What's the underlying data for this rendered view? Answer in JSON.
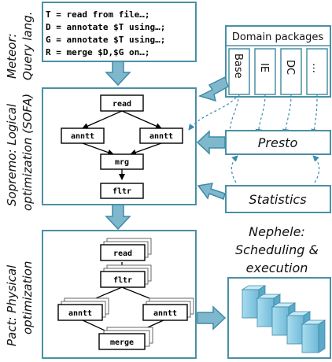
{
  "layers": {
    "meteor": {
      "name": "Meteor:",
      "desc": "Query lang."
    },
    "sopremo": {
      "name": "Sopremo: Logical",
      "desc": "optimization (SOFA)"
    },
    "pact": {
      "name": "Pact: Physical",
      "desc": "optimization"
    }
  },
  "query_lines": [
    "T = read from file…;",
    "D = annotate $T using…;",
    "G = annotate $T using…;",
    "R = merge $D,$G on…;"
  ],
  "domain_packages": {
    "title": "Domain packages",
    "items": [
      "Base",
      "IE",
      "DC",
      "…"
    ]
  },
  "presto": "Presto",
  "statistics": "Statistics",
  "logical_ops": {
    "read": "read",
    "annotate_left": "anntt",
    "annotate_right": "anntt",
    "merge": "mrg",
    "filter": "fltr"
  },
  "physical_ops": {
    "read": "read",
    "filter": "fltr",
    "annotate_left": "anntt",
    "annotate_right": "anntt",
    "merge": "merge"
  },
  "nephele": {
    "line1": "Nephele:",
    "line2": "Scheduling &",
    "line3": "execution"
  },
  "colors": {
    "box_border": "#4a90a4",
    "arrow_fill": "#7fb8cc",
    "arrow_stroke": "#3f8aa6",
    "dashed": "#3b8ab0",
    "server_face": "#8ccde6",
    "server_side": "#5aa9c8"
  }
}
